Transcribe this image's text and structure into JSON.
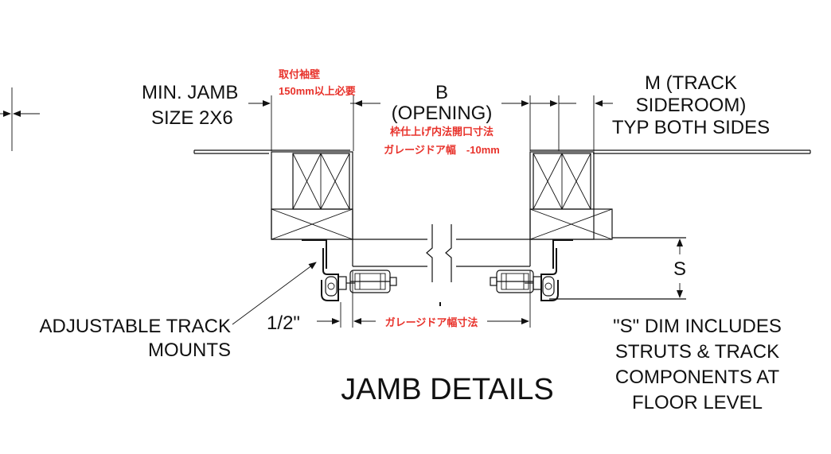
{
  "labels": {
    "min_jamb_line1": "MIN. JAMB",
    "min_jamb_line2": "SIZE 2X6",
    "b_letter": "B",
    "b_opening": "(OPENING)",
    "m_line1": "M (TRACK",
    "m_line2": "SIDEROOM)",
    "m_line3": "TYP BOTH SIDES",
    "s_letter": "S",
    "adjustable_line1": "ADJUSTABLE TRACK",
    "adjustable_line2": "MOUNTS",
    "half_inch": "1/2\"",
    "s_dim_line1": "\"S\" DIM INCLUDES",
    "s_dim_line2": "STRUTS & TRACK",
    "s_dim_line3": "COMPONENTS AT",
    "s_dim_line4": "FLOOR LEVEL",
    "title": "JAMB DETAILS"
  },
  "annotations_jp": {
    "jamb_wall_line1": "取付袖壁",
    "jamb_wall_line2": "150mm以上必要",
    "opening_line1": "枠仕上げ内法開口寸法",
    "opening_line2": "ガレージドア幅　-10mm",
    "door_width": "ガレージドア幅寸法"
  },
  "colors": {
    "line": "#111111",
    "annotation_red": "#e8322b",
    "background": "#ffffff"
  }
}
